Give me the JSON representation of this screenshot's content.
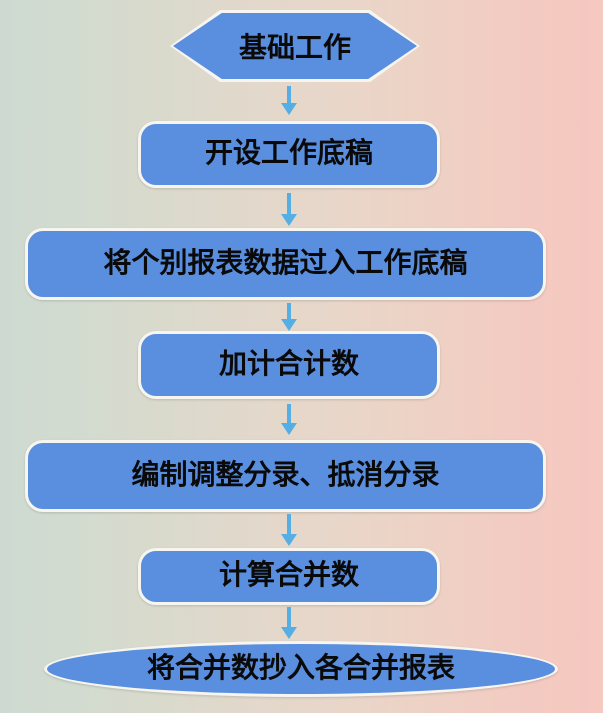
{
  "diagram": {
    "type": "flowchart",
    "direction": "top-to-bottom",
    "nodes": [
      {
        "id": "start",
        "shape": "hexagon",
        "label": "基础工作"
      },
      {
        "id": "step1",
        "shape": "rounded-rectangle",
        "label": "开设工作底稿"
      },
      {
        "id": "step2",
        "shape": "rounded-rectangle",
        "label": "将个别报表数据过入工作底稿"
      },
      {
        "id": "step3",
        "shape": "rounded-rectangle",
        "label": "加计合计数"
      },
      {
        "id": "step4",
        "shape": "rounded-rectangle",
        "label": "编制调整分录、抵消分录"
      },
      {
        "id": "step5",
        "shape": "rounded-rectangle",
        "label": "计算合并数"
      },
      {
        "id": "end",
        "shape": "ellipse",
        "label": "将合并数抄入各合并报表"
      }
    ],
    "edges": [
      {
        "from": "start",
        "to": "step1",
        "style": "arrow-down"
      },
      {
        "from": "step1",
        "to": "step2",
        "style": "arrow-down"
      },
      {
        "from": "step2",
        "to": "step3",
        "style": "arrow-down"
      },
      {
        "from": "step3",
        "to": "step4",
        "style": "arrow-down"
      },
      {
        "from": "step4",
        "to": "step5",
        "style": "arrow-down"
      },
      {
        "from": "step5",
        "to": "end",
        "style": "arrow-down"
      }
    ],
    "colors": {
      "node_fill": "#5A8EDE",
      "node_border": "#F7F5F0",
      "arrow": "#55AEE4",
      "text": "#000000",
      "background_left": "#CEDAD1",
      "background_mid": "#E2D8CB",
      "background_right": "#F5C8C0"
    }
  }
}
